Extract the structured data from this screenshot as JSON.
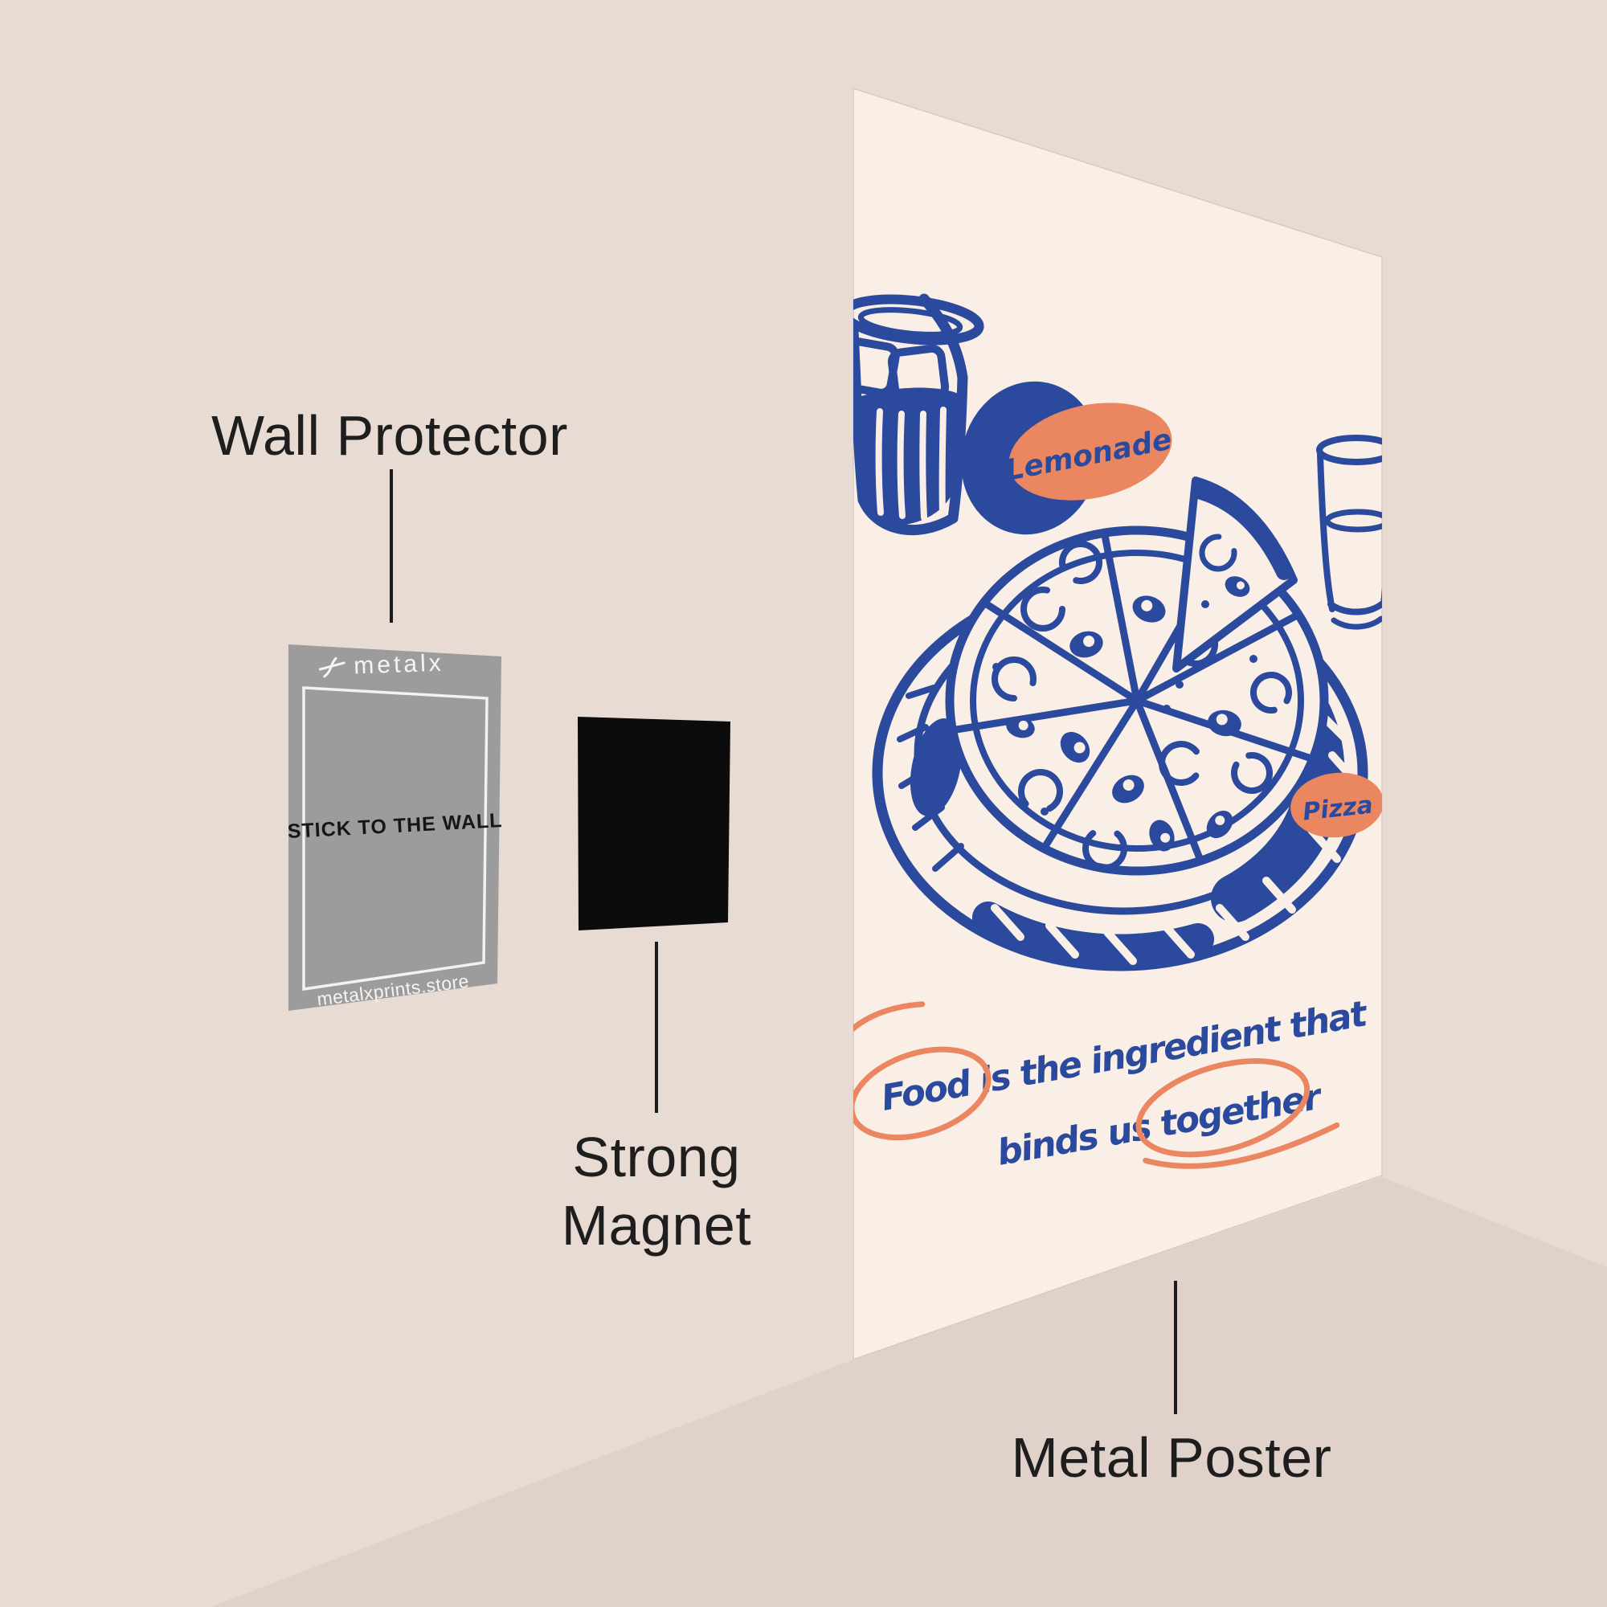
{
  "labels": {
    "wall_protector": "Wall Protector",
    "strong_magnet": "Strong Magnet",
    "metal_poster": "Metal Poster"
  },
  "card": {
    "brand": "metalx",
    "message": "STICK TO THE WALL",
    "website": "metalxprints.store",
    "color": "#9c9c9c"
  },
  "magnet": {
    "color": "#0c0c0c"
  },
  "poster": {
    "background": "#f9efe6",
    "ink_blue": "#2b4a9d",
    "accent_orange": "#ea8760",
    "tag_lemonade": "Lemonade",
    "tag_pizza": "Pizza",
    "quote_line1": "Food is the ingredient that",
    "quote_line2": "binds us together"
  },
  "wall": {
    "background": "#e8dbd4",
    "shadow": "#e0d1cb"
  }
}
